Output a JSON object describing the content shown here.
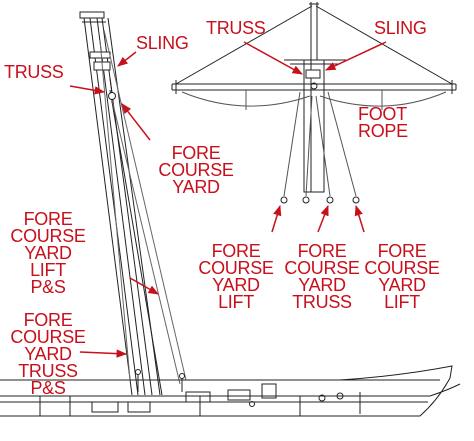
{
  "colors": {
    "label": "#c8101c",
    "line": "#222222",
    "background": "#ffffff"
  },
  "labels": {
    "sling_left": "SLING",
    "truss_left": "TRUSS",
    "fore_course_yard": "FORE\nCOURSE\nYARD",
    "fore_course_yard_lift_ps": "FORE\nCOURSE\nYARD\nLIFT\nP&S",
    "fore_course_yard_truss_ps": "FORE\nCOURSE\nYARD\nTRUSS\nP&S",
    "truss_top": "TRUSS",
    "sling_top": "SLING",
    "foot_rope": "FOOT\nROPE",
    "lift_left": "FORE\nCOURSE\nYARD\nLIFT",
    "truss_center": "FORE\nCOURSE\nYARD\nTRUSS",
    "lift_right": "FORE\nCOURSE\nYARD\nLIFT"
  }
}
